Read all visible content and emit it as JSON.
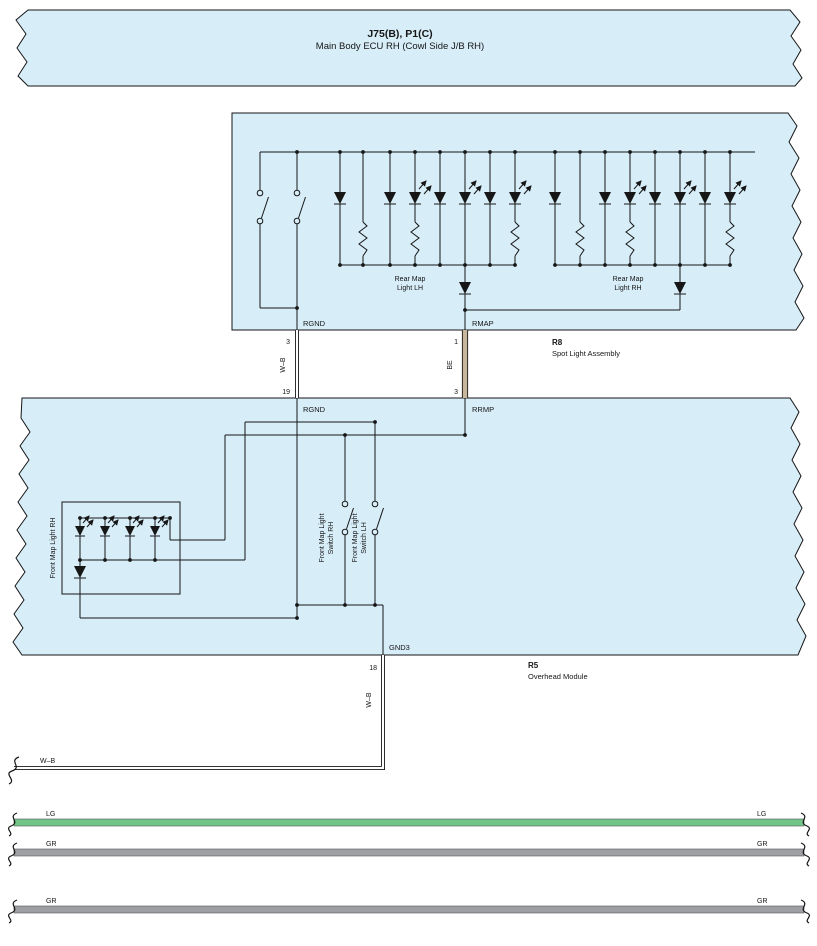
{
  "connector_top": {
    "title": "J75(B), P1(C)",
    "subtitle": "Main Body ECU RH (Cowl Side J/B RH)"
  },
  "spot_light_assembly": {
    "ref": "R8",
    "name": "Spot Light Assembly",
    "terminal_rgnd": "RGND",
    "terminal_rmap": "RMAP",
    "rear_map_light_lh": {
      "line1": "Rear Map",
      "line2": "Light LH"
    },
    "rear_map_light_rh": {
      "line1": "Rear Map",
      "line2": "Light RH"
    }
  },
  "overhead_module": {
    "ref": "R5",
    "name": "Overhead Module",
    "terminal_rgnd": "RGND",
    "terminal_rrmp": "RRMP",
    "terminal_gnd3": "GND3",
    "front_map_light_rh_label": "Front Map Light RH",
    "switch_rh": {
      "line1": "Front Map Light",
      "line2": "Switch RH"
    },
    "switch_lh": {
      "line1": "Front Map Light",
      "line2": "Switch LH"
    }
  },
  "wires": {
    "rgnd": {
      "pin_top": "3",
      "pin_bottom": "19",
      "color_code": "W–B"
    },
    "rmap": {
      "pin_top": "1",
      "pin_bottom": "3",
      "color_code": "BE"
    },
    "gnd": {
      "pin_top": "18",
      "color_code": "W–B",
      "run_label": "W–B"
    }
  },
  "shield_buses": {
    "lg": {
      "left": "LG",
      "right": "LG"
    },
    "gr1": {
      "left": "GR",
      "right": "GR"
    },
    "gr2": {
      "left": "GR",
      "right": "GR"
    }
  },
  "colors": {
    "box_fill": "#d7edf8",
    "be_wire": "#c8b69c",
    "lg_bus": "#72c588",
    "gr_bus": "#9d9fa2"
  }
}
